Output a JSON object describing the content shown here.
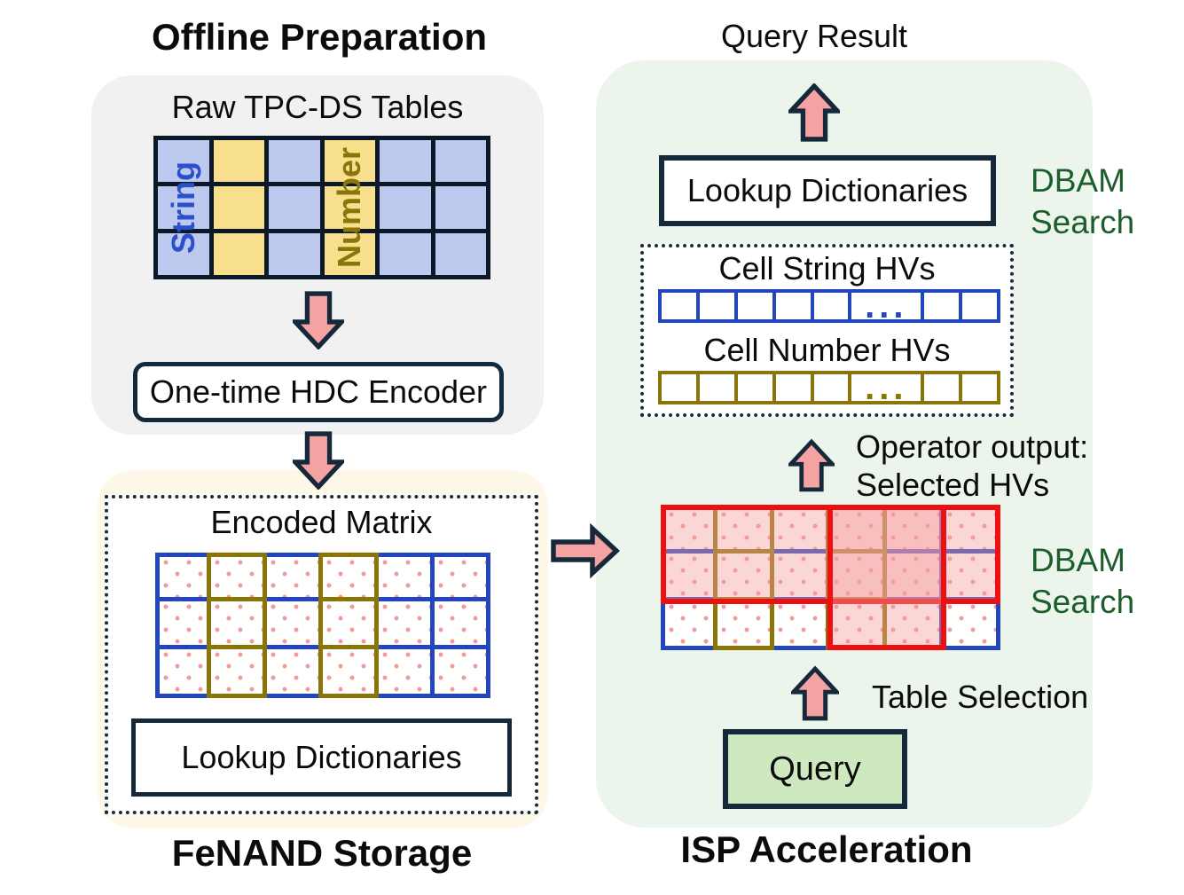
{
  "left": {
    "title": "Offline Preparation",
    "raw_tables_label": "Raw TPC-DS Tables",
    "string_label": "String",
    "number_label": "Number",
    "encoder_label": "One-time HDC Encoder",
    "storage": {
      "encoded_matrix_label": "Encoded Matrix",
      "lookup_dictionaries_label": "Lookup Dictionaries",
      "title": "FeNAND Storage"
    }
  },
  "right": {
    "query_result_label": "Query Result",
    "lookup_dictionaries_label": "Lookup Dictionaries",
    "dbam_search_top": {
      "line1": "DBAM",
      "line2": "Search"
    },
    "hv_box": {
      "cell_string_label": "Cell String HVs",
      "cell_number_label": "Cell Number HVs",
      "ellipsis": "..."
    },
    "operator_output": {
      "line1": "Operator output:",
      "line2": "Selected HVs"
    },
    "dbam_search_mid": {
      "line1": "DBAM",
      "line2": "Search"
    },
    "table_selection_label": "Table Selection",
    "query_label": "Query",
    "title": "ISP Acceleration"
  },
  "icons": {
    "arrow_up": "arrow-up-icon",
    "arrow_down": "arrow-down-icon",
    "arrow_right": "arrow-right-icon"
  },
  "colors": {
    "arrow_fill": "#F5A2A2",
    "outline_navy": "#16293B",
    "table_grid_black": "#0A1828",
    "cell_blue": "#BDC9EF",
    "cell_yellow": "#F7DF8E",
    "hv_blue": "#2346BE",
    "hv_olive": "#8A7508",
    "selection_red": "#EE1010",
    "selection_pink": "rgba(246,158,158,0.42)",
    "dot_pink": "#F19A9A",
    "green_text": "#1B5E2C",
    "string_text": "#2B50CC",
    "panel_gray": "#F1F1F1",
    "panel_cream": "#FDF8E8",
    "panel_green": "#EBF5EC",
    "query_fill": "#CEE8C0"
  },
  "grids": {
    "raw": {
      "rows": 3,
      "cols": [
        "blue",
        "yellow",
        "blue",
        "yellow",
        "blue",
        "blue"
      ],
      "mode": "fill"
    },
    "encoded": {
      "rows": 3,
      "cols": [
        "blue",
        "olive",
        "blue",
        "olive",
        "blue",
        "blue"
      ],
      "dots": true
    },
    "selected": {
      "rows": 3,
      "cols": [
        "blue",
        "olive",
        "blue",
        "olive",
        "blue",
        "blue"
      ],
      "dots": true
    },
    "hv_string": {
      "cells": [
        1,
        1,
        1,
        1,
        1,
        2,
        1,
        1
      ],
      "color": "blue"
    },
    "hv_number": {
      "cells": [
        1,
        1,
        1,
        1,
        1,
        2,
        1,
        1
      ],
      "color": "olive"
    }
  }
}
